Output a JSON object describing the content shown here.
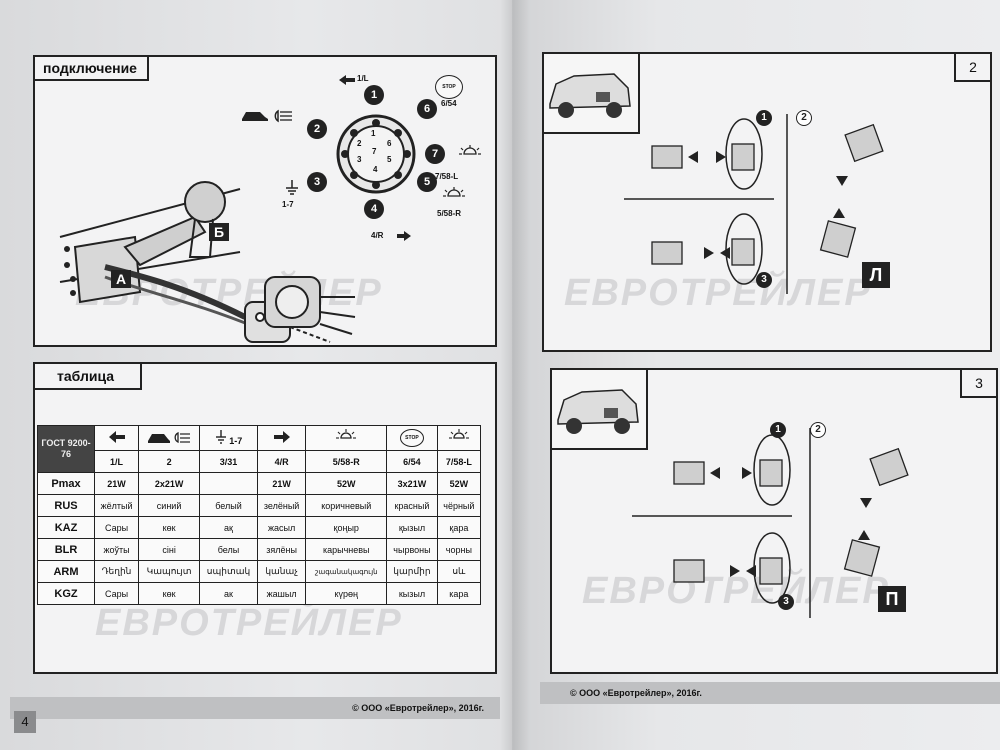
{
  "left_page": {
    "connection_panel": {
      "title": "подключение",
      "label_a": "А",
      "label_b": "Б",
      "watermark": "ЕВРОТРЕЙЛЕР",
      "pins": [
        {
          "num": "1",
          "label": "1/L"
        },
        {
          "num": "2",
          "label": ""
        },
        {
          "num": "3",
          "label": "1-7"
        },
        {
          "num": "4",
          "label": "4/R"
        },
        {
          "num": "5",
          "label": "5/58-R"
        },
        {
          "num": "6",
          "label": "6/54"
        },
        {
          "num": "7",
          "label": "7/58-L"
        }
      ],
      "stop_badge": "STOP",
      "socket_digits": [
        "1",
        "2",
        "3",
        "4",
        "5",
        "6",
        "7"
      ]
    },
    "table_panel": {
      "title": "таблица",
      "watermark": "ЕВРОТРЕЙЛЕР",
      "gost_label": "ГОСТ 9200-76",
      "header_icons": [
        "arrow-left-icon",
        "car-lights-icon",
        "ground-icon",
        "arrow-right-icon",
        "sun-lamp-icon",
        "stop-icon",
        "sun-lamp-icon"
      ],
      "ground_text": "1-7",
      "stop_text": "STOP",
      "codes": [
        "1/L",
        "2",
        "3/31",
        "4/R",
        "5/58-R",
        "6/54",
        "7/58-L"
      ],
      "rows": [
        {
          "head": "Pmax",
          "cells": [
            "21W",
            "2x21W",
            "",
            "21W",
            "52W",
            "3x21W",
            "52W"
          ]
        },
        {
          "head": "RUS",
          "cells": [
            "жёлтый",
            "синий",
            "белый",
            "зелёный",
            "коричневый",
            "красный",
            "чёрный"
          ]
        },
        {
          "head": "KAZ",
          "cells": [
            "Сары",
            "көк",
            "ақ",
            "жасыл",
            "қоңыр",
            "қызыл",
            "қара"
          ]
        },
        {
          "head": "BLR",
          "cells": [
            "жоўты",
            "сіні",
            "белы",
            "зялёны",
            "карычневы",
            "чырвоны",
            "чорны"
          ]
        },
        {
          "head": "ARM",
          "cells": [
            "Դեղին",
            "Կապույտ",
            "սպիտակ",
            "կանաչ",
            "շագանակագույն",
            "կարմիր",
            "սև"
          ]
        },
        {
          "head": "KGZ",
          "cells": [
            "Сары",
            "көк",
            "ак",
            "жашыл",
            "күрөң",
            "кызыл",
            "кара"
          ]
        }
      ]
    },
    "footer": "© ООО «Евротрейлер», 2016г.",
    "page_number": "4"
  },
  "right_page": {
    "panel_2": {
      "number": "2",
      "marker_1": "1",
      "marker_2": "2",
      "marker_3": "3",
      "side_letter": "Л",
      "watermark": "ЕВРОТРЕЙЛЕР"
    },
    "panel_3": {
      "number": "3",
      "marker_1": "1",
      "marker_2": "2",
      "marker_3": "3",
      "side_letter": "П",
      "watermark": "ЕВРОТРЕЙЛЕР"
    },
    "footer": "© ООО «Евротрейлер», 2016г."
  }
}
